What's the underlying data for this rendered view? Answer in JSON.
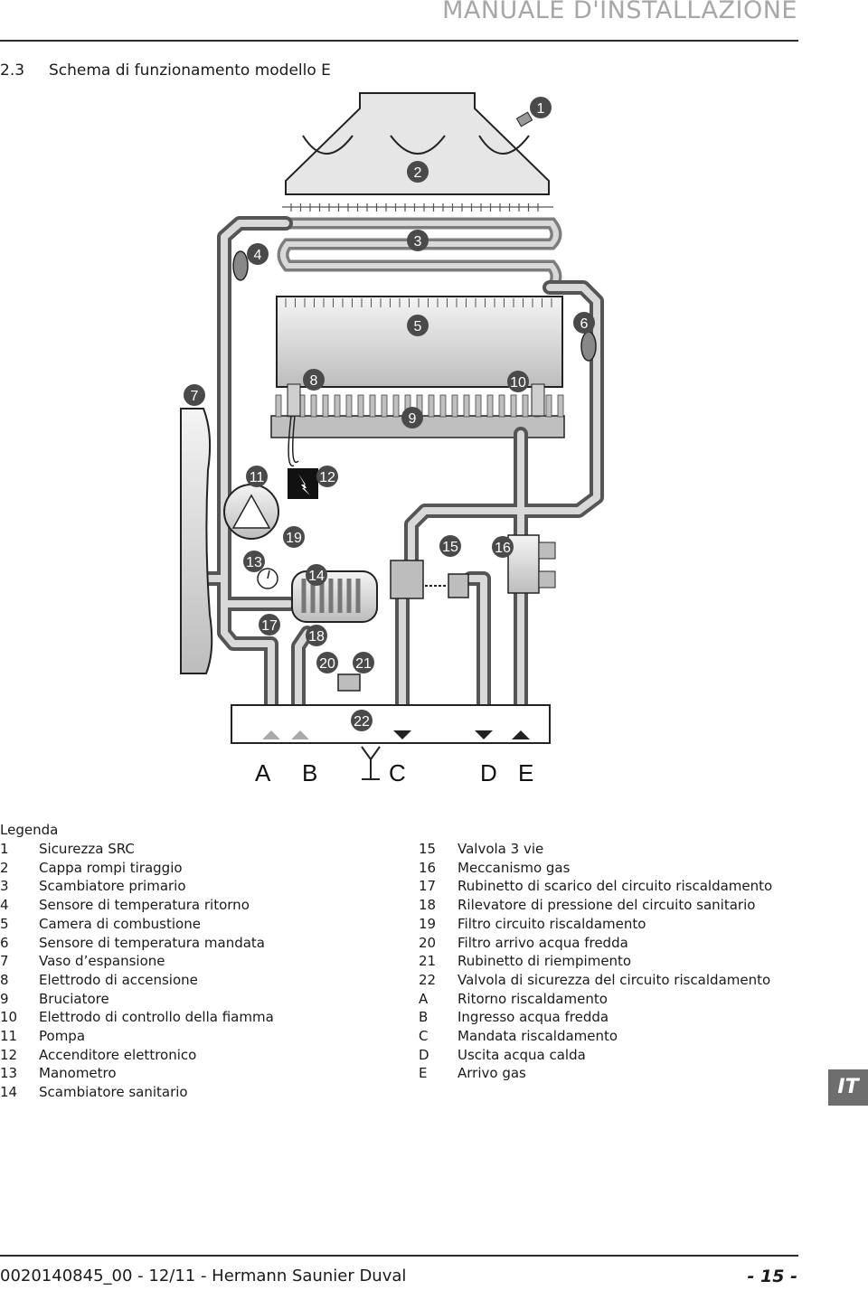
{
  "header": {
    "title": "MANUALE D'INSTALLAZIONE"
  },
  "section": {
    "number": "2.3",
    "title": "Schema di funzionamento modello E"
  },
  "diagram": {
    "callouts": [
      "1",
      "2",
      "3",
      "4",
      "5",
      "6",
      "7",
      "8",
      "9",
      "10",
      "11",
      "12",
      "13",
      "14",
      "15",
      "16",
      "17",
      "18",
      "19",
      "20",
      "21",
      "22"
    ],
    "connections": [
      "A",
      "B",
      "C",
      "D",
      "E"
    ]
  },
  "legend": {
    "title": "Legenda",
    "left": [
      {
        "key": "1",
        "label": "Sicurezza SRC"
      },
      {
        "key": "2",
        "label": "Cappa rompi tiraggio"
      },
      {
        "key": "3",
        "label": "Scambiatore primario"
      },
      {
        "key": "4",
        "label": "Sensore di temperatura ritorno"
      },
      {
        "key": "5",
        "label": "Camera di combustione"
      },
      {
        "key": "6",
        "label": "Sensore di temperatura mandata"
      },
      {
        "key": "7",
        "label": "Vaso d’espansione"
      },
      {
        "key": "8",
        "label": "Elettrodo di accensione"
      },
      {
        "key": "9",
        "label": "Bruciatore"
      },
      {
        "key": "10",
        "label": "Elettrodo di controllo della fiamma"
      },
      {
        "key": "11",
        "label": "Pompa"
      },
      {
        "key": "12",
        "label": "Accenditore elettronico"
      },
      {
        "key": "13",
        "label": "Manometro"
      },
      {
        "key": "14",
        "label": "Scambiatore sanitario"
      }
    ],
    "right": [
      {
        "key": "15",
        "label": "Valvola 3 vie"
      },
      {
        "key": "16",
        "label": "Meccanismo gas"
      },
      {
        "key": "17",
        "label": "Rubinetto di scarico del circuito riscaldamento"
      },
      {
        "key": "18",
        "label": "Rilevatore di pressione del circuito sanitario"
      },
      {
        "key": "19",
        "label": "Filtro circuito riscaldamento"
      },
      {
        "key": "20",
        "label": "Filtro arrivo acqua fredda"
      },
      {
        "key": "21",
        "label": "Rubinetto di riempimento"
      },
      {
        "key": "22",
        "label": "Valvola di sicurezza del circuito riscaldamento"
      },
      {
        "key": "A",
        "label": "Ritorno riscaldamento"
      },
      {
        "key": "B",
        "label": "Ingresso acqua fredda"
      },
      {
        "key": "C",
        "label": "Mandata riscaldamento"
      },
      {
        "key": "D",
        "label": "Uscita acqua calda"
      },
      {
        "key": "E",
        "label": "Arrivo gas"
      }
    ]
  },
  "tab": {
    "label": "IT"
  },
  "footer": {
    "doc": "0020140845_00 - 12/11 - Hermann Saunier Duval",
    "page": "- 15 -"
  }
}
